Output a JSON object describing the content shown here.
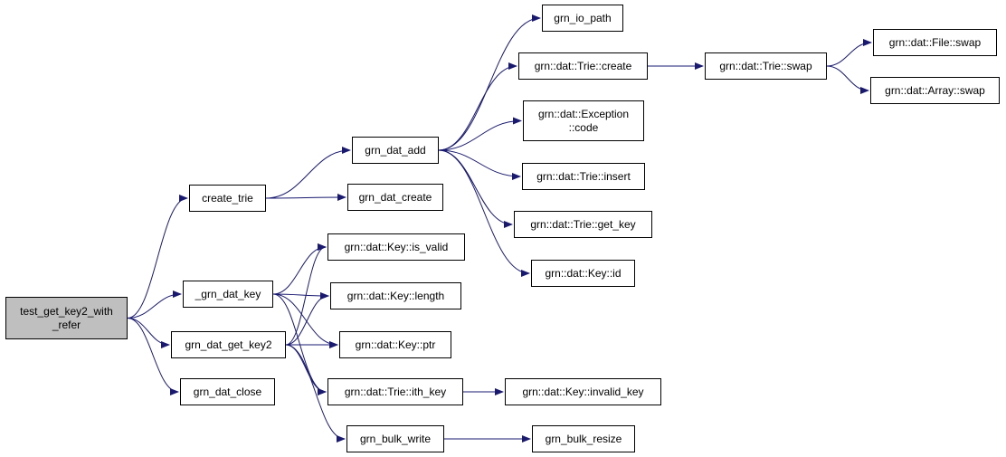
{
  "colors": {
    "edge": "#191970",
    "root_fill": "#bfbfbf",
    "node_fill": "#ffffff",
    "node_border": "#000000"
  },
  "nodes": {
    "test_get_key2_with_refer": {
      "lines": [
        "test_get_key2_with",
        "_refer"
      ],
      "root": true
    },
    "create_trie": {
      "lines": [
        "create_trie"
      ]
    },
    "_grn_dat_key": {
      "lines": [
        "_grn_dat_key"
      ]
    },
    "grn_dat_get_key2": {
      "lines": [
        "grn_dat_get_key2"
      ]
    },
    "grn_dat_close": {
      "lines": [
        "grn_dat_close"
      ]
    },
    "grn_dat_add": {
      "lines": [
        "grn_dat_add"
      ]
    },
    "grn_dat_create": {
      "lines": [
        "grn_dat_create"
      ]
    },
    "key_is_valid": {
      "lines": [
        "grn::dat::Key::is_valid"
      ]
    },
    "key_length": {
      "lines": [
        "grn::dat::Key::length"
      ]
    },
    "key_ptr": {
      "lines": [
        "grn::dat::Key::ptr"
      ]
    },
    "trie_ith_key": {
      "lines": [
        "grn::dat::Trie::ith_key"
      ]
    },
    "grn_bulk_write": {
      "lines": [
        "grn_bulk_write"
      ]
    },
    "grn_io_path": {
      "lines": [
        "grn_io_path"
      ]
    },
    "trie_create": {
      "lines": [
        "grn::dat::Trie::create"
      ]
    },
    "exception_code": {
      "lines": [
        "grn::dat::Exception",
        "::code"
      ]
    },
    "trie_insert": {
      "lines": [
        "grn::dat::Trie::insert"
      ]
    },
    "trie_get_key": {
      "lines": [
        "grn::dat::Trie::get_key"
      ]
    },
    "key_id": {
      "lines": [
        "grn::dat::Key::id"
      ]
    },
    "key_invalid_key": {
      "lines": [
        "grn::dat::Key::invalid_key"
      ]
    },
    "grn_bulk_resize": {
      "lines": [
        "grn_bulk_resize"
      ]
    },
    "trie_swap": {
      "lines": [
        "grn::dat::Trie::swap"
      ]
    },
    "file_swap": {
      "lines": [
        "grn::dat::File::swap"
      ]
    },
    "array_swap": {
      "lines": [
        "grn::dat::Array::swap"
      ]
    }
  },
  "edges": [
    [
      "test_get_key2_with_refer",
      "create_trie"
    ],
    [
      "test_get_key2_with_refer",
      "_grn_dat_key"
    ],
    [
      "test_get_key2_with_refer",
      "grn_dat_get_key2"
    ],
    [
      "test_get_key2_with_refer",
      "grn_dat_close"
    ],
    [
      "create_trie",
      "grn_dat_add"
    ],
    [
      "create_trie",
      "grn_dat_create"
    ],
    [
      "grn_dat_add",
      "grn_io_path"
    ],
    [
      "grn_dat_add",
      "trie_create"
    ],
    [
      "grn_dat_add",
      "exception_code"
    ],
    [
      "grn_dat_add",
      "trie_insert"
    ],
    [
      "grn_dat_add",
      "trie_get_key"
    ],
    [
      "grn_dat_add",
      "key_id"
    ],
    [
      "trie_create",
      "trie_swap"
    ],
    [
      "trie_swap",
      "file_swap"
    ],
    [
      "trie_swap",
      "array_swap"
    ],
    [
      "_grn_dat_key",
      "key_is_valid"
    ],
    [
      "_grn_dat_key",
      "key_length"
    ],
    [
      "_grn_dat_key",
      "key_ptr"
    ],
    [
      "_grn_dat_key",
      "trie_ith_key"
    ],
    [
      "grn_dat_get_key2",
      "key_is_valid"
    ],
    [
      "grn_dat_get_key2",
      "key_length"
    ],
    [
      "grn_dat_get_key2",
      "key_ptr"
    ],
    [
      "grn_dat_get_key2",
      "trie_ith_key"
    ],
    [
      "grn_dat_get_key2",
      "grn_bulk_write"
    ],
    [
      "trie_ith_key",
      "key_invalid_key"
    ],
    [
      "grn_bulk_write",
      "grn_bulk_resize"
    ]
  ]
}
